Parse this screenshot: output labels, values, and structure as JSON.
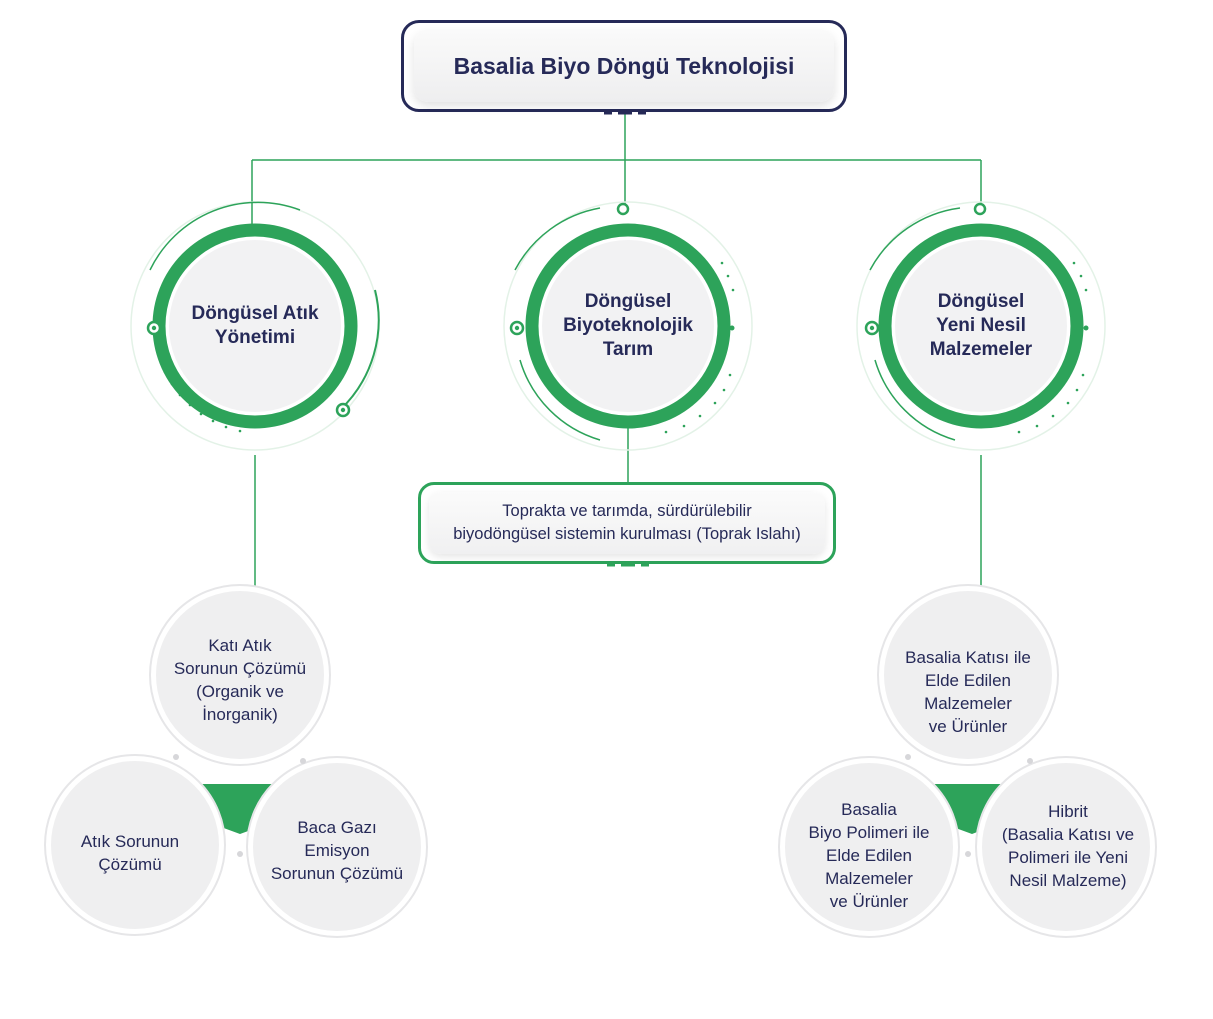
{
  "title": "Basalia Biyo Döngü Teknolojisi",
  "colors": {
    "green": "#2da35a",
    "navy": "#262a58",
    "bubble": "#efeff0"
  },
  "branches": [
    {
      "label": "Döngüsel Atık\nYönetimi",
      "children": [
        "Katı Atık\nSorunun Çözümü\n(Organik ve\nİnorganik)",
        "Atık Sorunun\nÇözümü",
        "Baca Gazı\nEmisyon\nSorunun Çözümü"
      ]
    },
    {
      "label": "Döngüsel\nBiyoteknolojik\nTarım",
      "note": "Toprakta ve tarımda, sürdürülebilir\nbiyodöngüsel sistemin kurulması (Toprak Islahı)"
    },
    {
      "label": "Döngüsel\nYeni Nesil\nMalzemeler",
      "children": [
        "Basalia Katısı ile\nElde Edilen\nMalzemeler\nve Ürünler",
        "Basalia\nBiyo Polimeri ile\nElde Edilen\nMalzemeler\nve Ürünler",
        "Hibrit\n(Basalia Katısı ve\nPolimeri ile Yeni\nNesil Malzeme)"
      ]
    }
  ]
}
